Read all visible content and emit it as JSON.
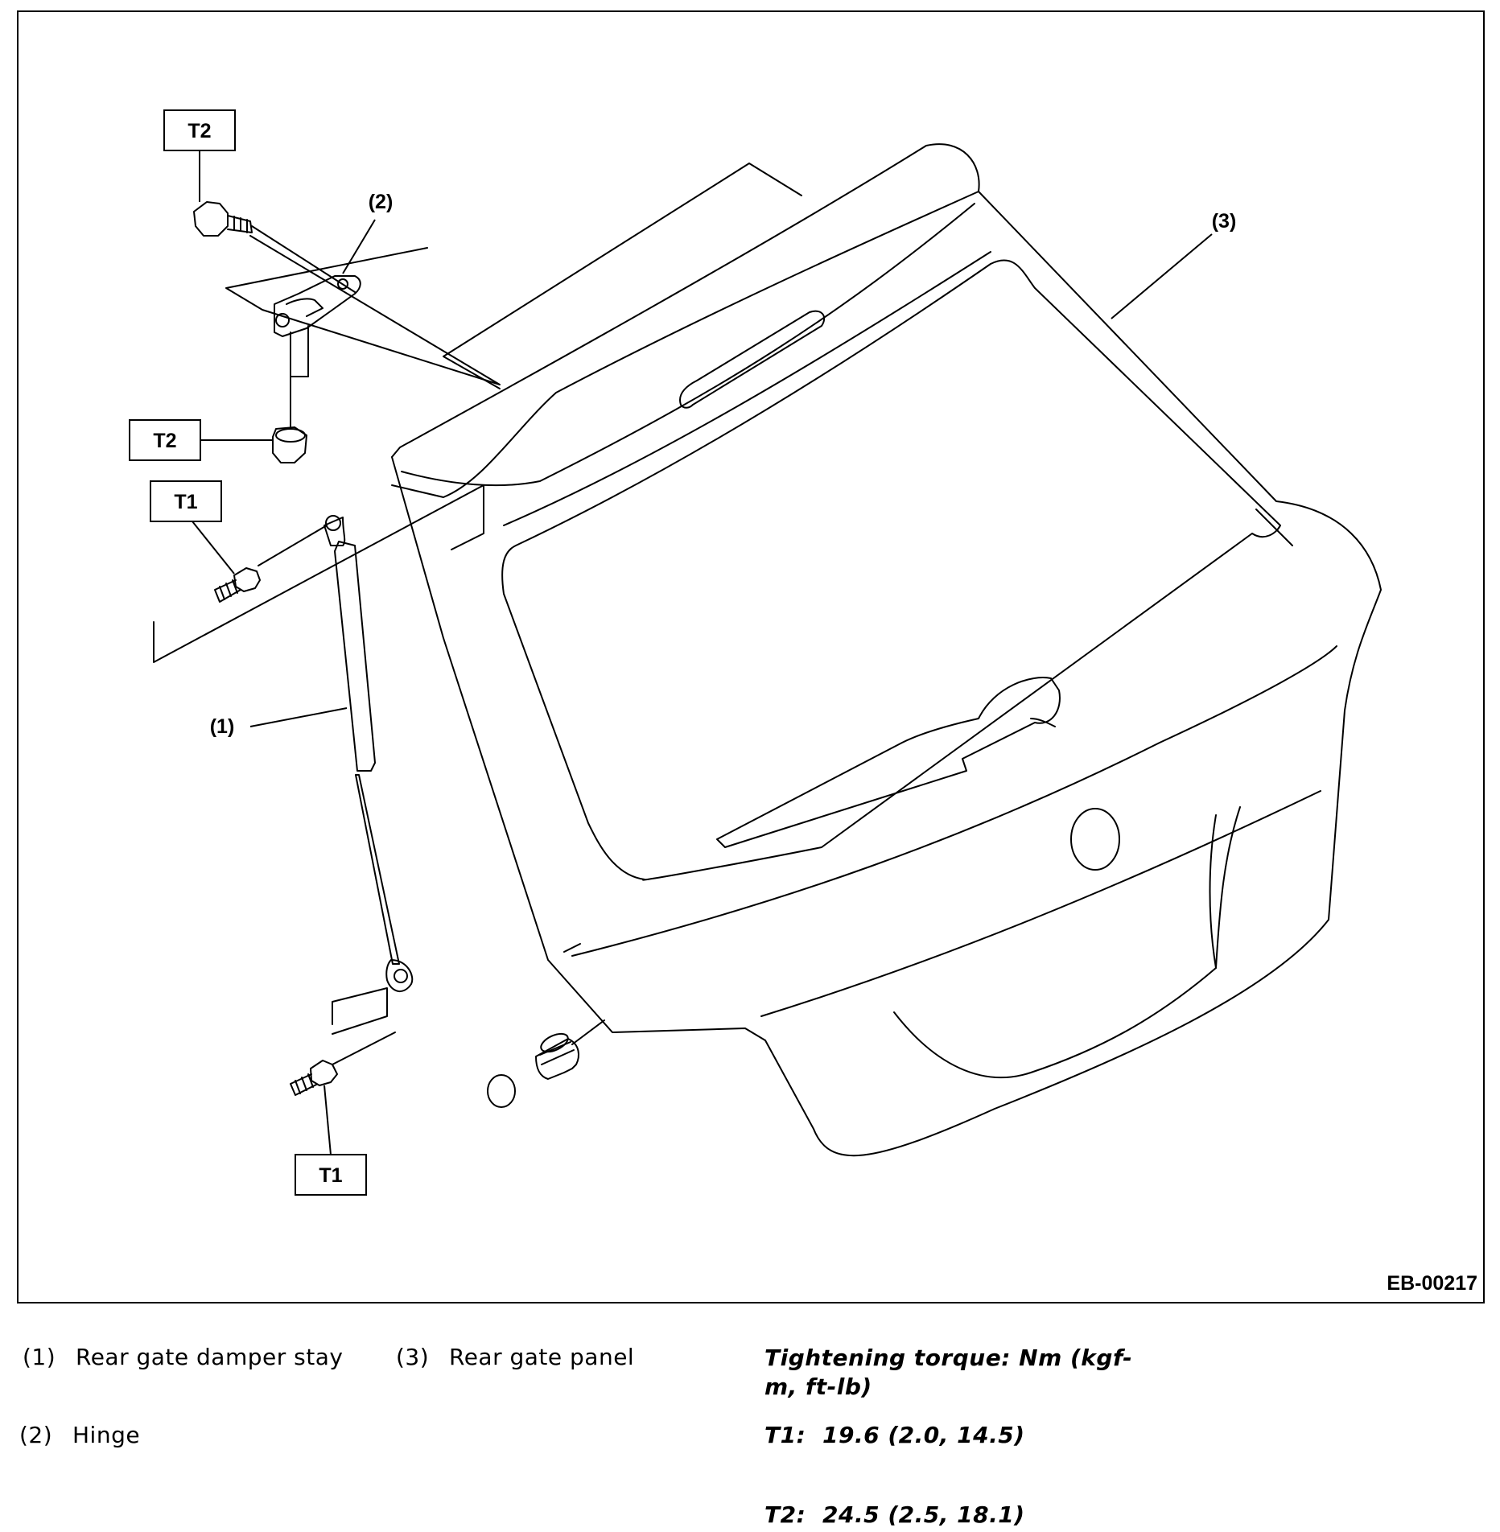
{
  "diagram": {
    "code": "EB-00217",
    "callouts": {
      "part1": "(1)",
      "part2": "(2)",
      "part3": "(3)"
    },
    "torque_tags": {
      "t2_bolt": "T2",
      "t2_nut": "T2",
      "t1_upper": "T1",
      "t1_lower": "T1"
    }
  },
  "legend": {
    "items": [
      {
        "num": "(1)",
        "label": "Rear gate damper stay"
      },
      {
        "num": "(3)",
        "label": "Rear gate panel"
      },
      {
        "num": "(2)",
        "label": "Hinge"
      }
    ]
  },
  "torque": {
    "title": "Tightening torque: Nm (kgf-m, ft-lb)",
    "rows": [
      {
        "key": "T1:",
        "value": "19.6 (2.0, 14.5)"
      },
      {
        "key": "T2:",
        "value": "24.5 (2.5, 18.1)"
      }
    ]
  }
}
